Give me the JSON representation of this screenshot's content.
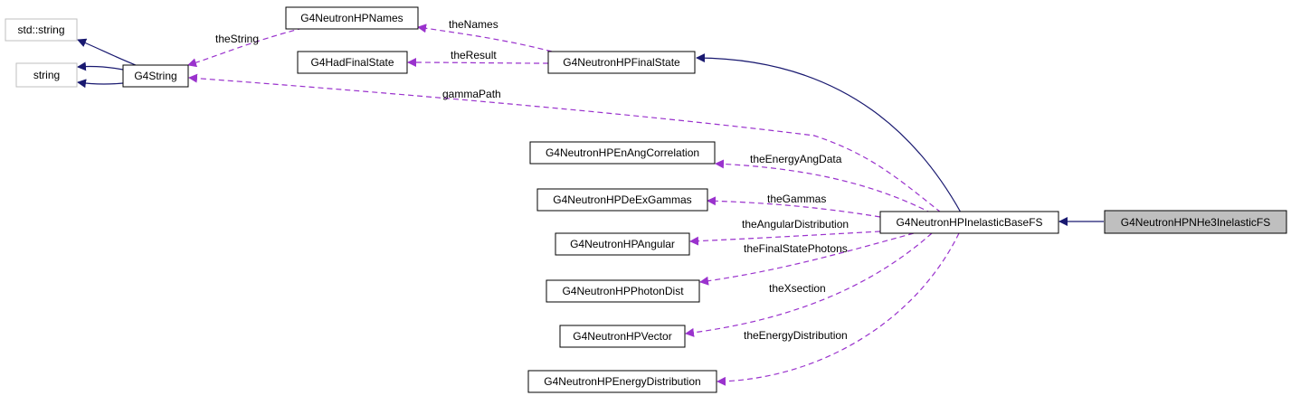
{
  "colors": {
    "inheritance": "#191970",
    "usage": "#9a32cd",
    "box_border": "#000000",
    "external_border": "#bfbfbf",
    "root_fill": "#bfbfbf"
  },
  "nodes": {
    "std_string": "std::string",
    "string": "string",
    "g4string": "G4String",
    "names": "G4NeutronHPNames",
    "had_final_state": "G4HadFinalState",
    "final_state": "G4NeutronHPFinalState",
    "en_ang_correlation": "G4NeutronHPEnAngCorrelation",
    "de_ex_gammas": "G4NeutronHPDeExGammas",
    "angular": "G4NeutronHPAngular",
    "photon_dist": "G4NeutronHPPhotonDist",
    "vector": "G4NeutronHPVector",
    "energy_distribution": "G4NeutronHPEnergyDistribution",
    "inelastic_base": "G4NeutronHPInelasticBaseFS",
    "he3_inelastic": "G4NeutronHPNHe3InelasticFS"
  },
  "edge_labels": {
    "the_string": "theString",
    "the_names": "theNames",
    "the_result": "theResult",
    "gamma_path": "gammaPath",
    "the_energy_ang_data": "theEnergyAngData",
    "the_gammas": "theGammas",
    "the_angular_distribution": "theAngularDistribution",
    "the_final_state_photons": "theFinalStatePhotons",
    "the_xsection": "theXsection",
    "the_energy_distribution": "theEnergyDistribution"
  }
}
